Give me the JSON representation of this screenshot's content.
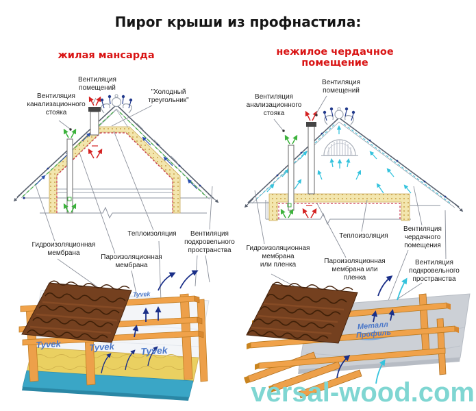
{
  "title": "Пирог крыши из профнастила:",
  "left_diagram": {
    "subtitle": "жилая мансарда",
    "labels": {
      "vent_rooms": "Вентиляция\nпомещений",
      "vent_sewer_stack": "Вентиляция\nканализационного\nстояка",
      "cold_triangle": "\"Холодный\nтреугольник\"",
      "hydro_membrane": "Гидроизоляционная\nмембрана",
      "vapor_membrane": "Пароизоляционная\nмембрана",
      "thermal_insulation": "Теплоизоляция",
      "vent_underroof": "Вентиляция\nподкровельного\nпространства"
    },
    "membrane_brand": "Tyvek"
  },
  "right_diagram": {
    "subtitle": "нежилое чердачное\nпомещение",
    "labels": {
      "vent_rooms": "Вентиляция\nпомещений",
      "vent_sewer_stack": "Вентиляция\nанализационного\nстояка",
      "hydro_membrane": "Гидроизоляционная\nмембрана\nили пленка",
      "vapor_membrane": "Пароизоляционная\nмембрана или\nпленка",
      "thermal_insulation": "Теплоизоляция",
      "vent_attic": "Вентиляция\nчердачного\nпомещения",
      "vent_underroof": "Вентиляция\nподкровельного\nпространства"
    },
    "membrane_brand": "Металл Профиль"
  },
  "watermark": "versal-wood.com",
  "colors": {
    "title_text": "#151515",
    "subtitle_red": "#d91414",
    "watermark_teal": "#7fd6d2",
    "insulation_yellow": "#f3e6ae",
    "membrane_green": "#47b047",
    "vapor_red_dash": "#cc3750",
    "airflow_navy": "#1a2f88",
    "airflow_cyan": "#35c3dd",
    "wood_orange": "#eda04a",
    "tile_brown": "#6e3a1c"
  }
}
